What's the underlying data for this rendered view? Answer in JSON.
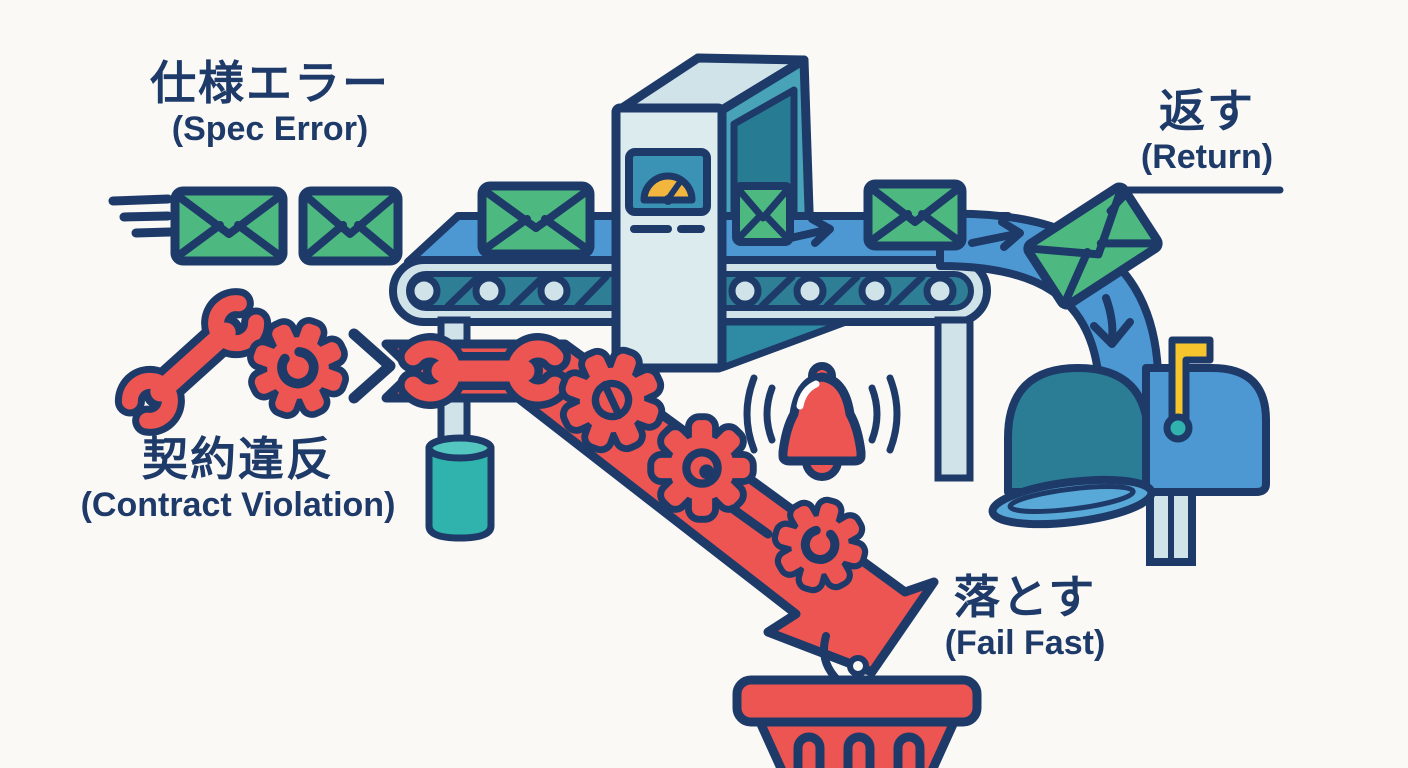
{
  "title": "Mail sorting error-handling diagram (spec errors returned, contract violations failed fast)",
  "labels": {
    "spec_error": {
      "jp": "仕様エラー",
      "en": "(Spec Error)"
    },
    "contract_violation": {
      "jp": "契約違反",
      "en": "(Contract Violation)"
    },
    "return_path": {
      "jp": "返す",
      "en": "(Return)"
    },
    "fail_fast": {
      "jp": "落とす",
      "en": "(Fail Fast)"
    }
  },
  "icons": {
    "spec_error_queue": [
      "speed-lines-icon",
      "envelope-icon",
      "envelope-icon"
    ],
    "machine": [
      "scanner-gate-icon",
      "gauge-icon"
    ],
    "conveyor": [
      "conveyor-belt-icon",
      "flow-arrow-icon",
      "flow-arrow-icon"
    ],
    "return_route": [
      "curved-flow-path-icon",
      "envelope-icon",
      "down-arrow-icon",
      "mailbox-icon",
      "mailbox-flag-icon"
    ],
    "violation_route": [
      "wrench-icon",
      "broken-gear-icon",
      "chevron-icon",
      "fail-arrow-band-icon",
      "prohibited-gear-icon",
      "gear-icon",
      "alarm-bell-icon",
      "trash-basket-icon"
    ]
  },
  "colors": {
    "navy": "#1e3a69",
    "blue": "#4d98d3",
    "lightblue": "#cfe3e9",
    "pale": "#dcebee",
    "tealdark": "#2a7d94",
    "tealmid": "#49a3b8",
    "tealbright": "#2fb3ac",
    "screen": "#3a92b4",
    "green": "#4db980",
    "red": "#ec5552",
    "gauge_yellow": "#f2b63e",
    "flag_yellow": "#f6c52d",
    "background": "#faf9f6"
  }
}
